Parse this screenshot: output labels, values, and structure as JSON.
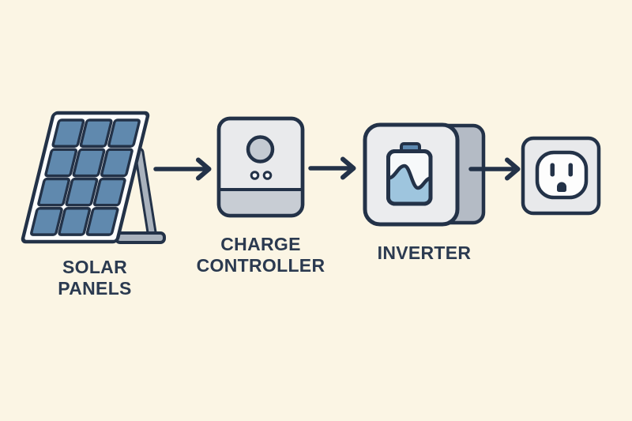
{
  "colors": {
    "bg": "#fbf5e4",
    "navy": "#233248",
    "text": "#2b3a50",
    "panel-white": "#fcfdfd",
    "cell-blue": "#6089ae",
    "metal": "#a9b2bd",
    "ctrl-body": "#e9eaec",
    "ctrl-bottom": "#c8cdd4",
    "ctrl-dial": "#c4cad2",
    "inv-side": "#b4bbc5",
    "inv-body": "#ebecee",
    "battery-white": "#f7f9fa",
    "water-blue": "#9ec5de",
    "cap-blue": "#5d89b0",
    "outlet-box": "#e8e9eb",
    "outlet-face": "#fdfdfd"
  },
  "diagram": {
    "type": "flow",
    "direction": "left-to-right",
    "nodes": [
      {
        "id": "solar-panels",
        "icon": "solar-panel-icon",
        "label_line1": "SOLAR",
        "label_line2": "PANELS"
      },
      {
        "id": "charge-controller",
        "icon": "charge-controller-icon",
        "label_line1": "CHARGE",
        "label_line2": "CONTROLLER"
      },
      {
        "id": "inverter",
        "icon": "inverter-icon",
        "label_line1": "INVERTER",
        "label_line2": ""
      },
      {
        "id": "power-outlet",
        "icon": "power-outlet-icon",
        "label_line1": "",
        "label_line2": ""
      }
    ],
    "connections": [
      {
        "from": "solar-panels",
        "to": "charge-controller",
        "style": "arrow-right"
      },
      {
        "from": "charge-controller",
        "to": "inverter",
        "style": "arrow-right"
      },
      {
        "from": "inverter",
        "to": "power-outlet",
        "style": "arrow-right"
      }
    ]
  }
}
